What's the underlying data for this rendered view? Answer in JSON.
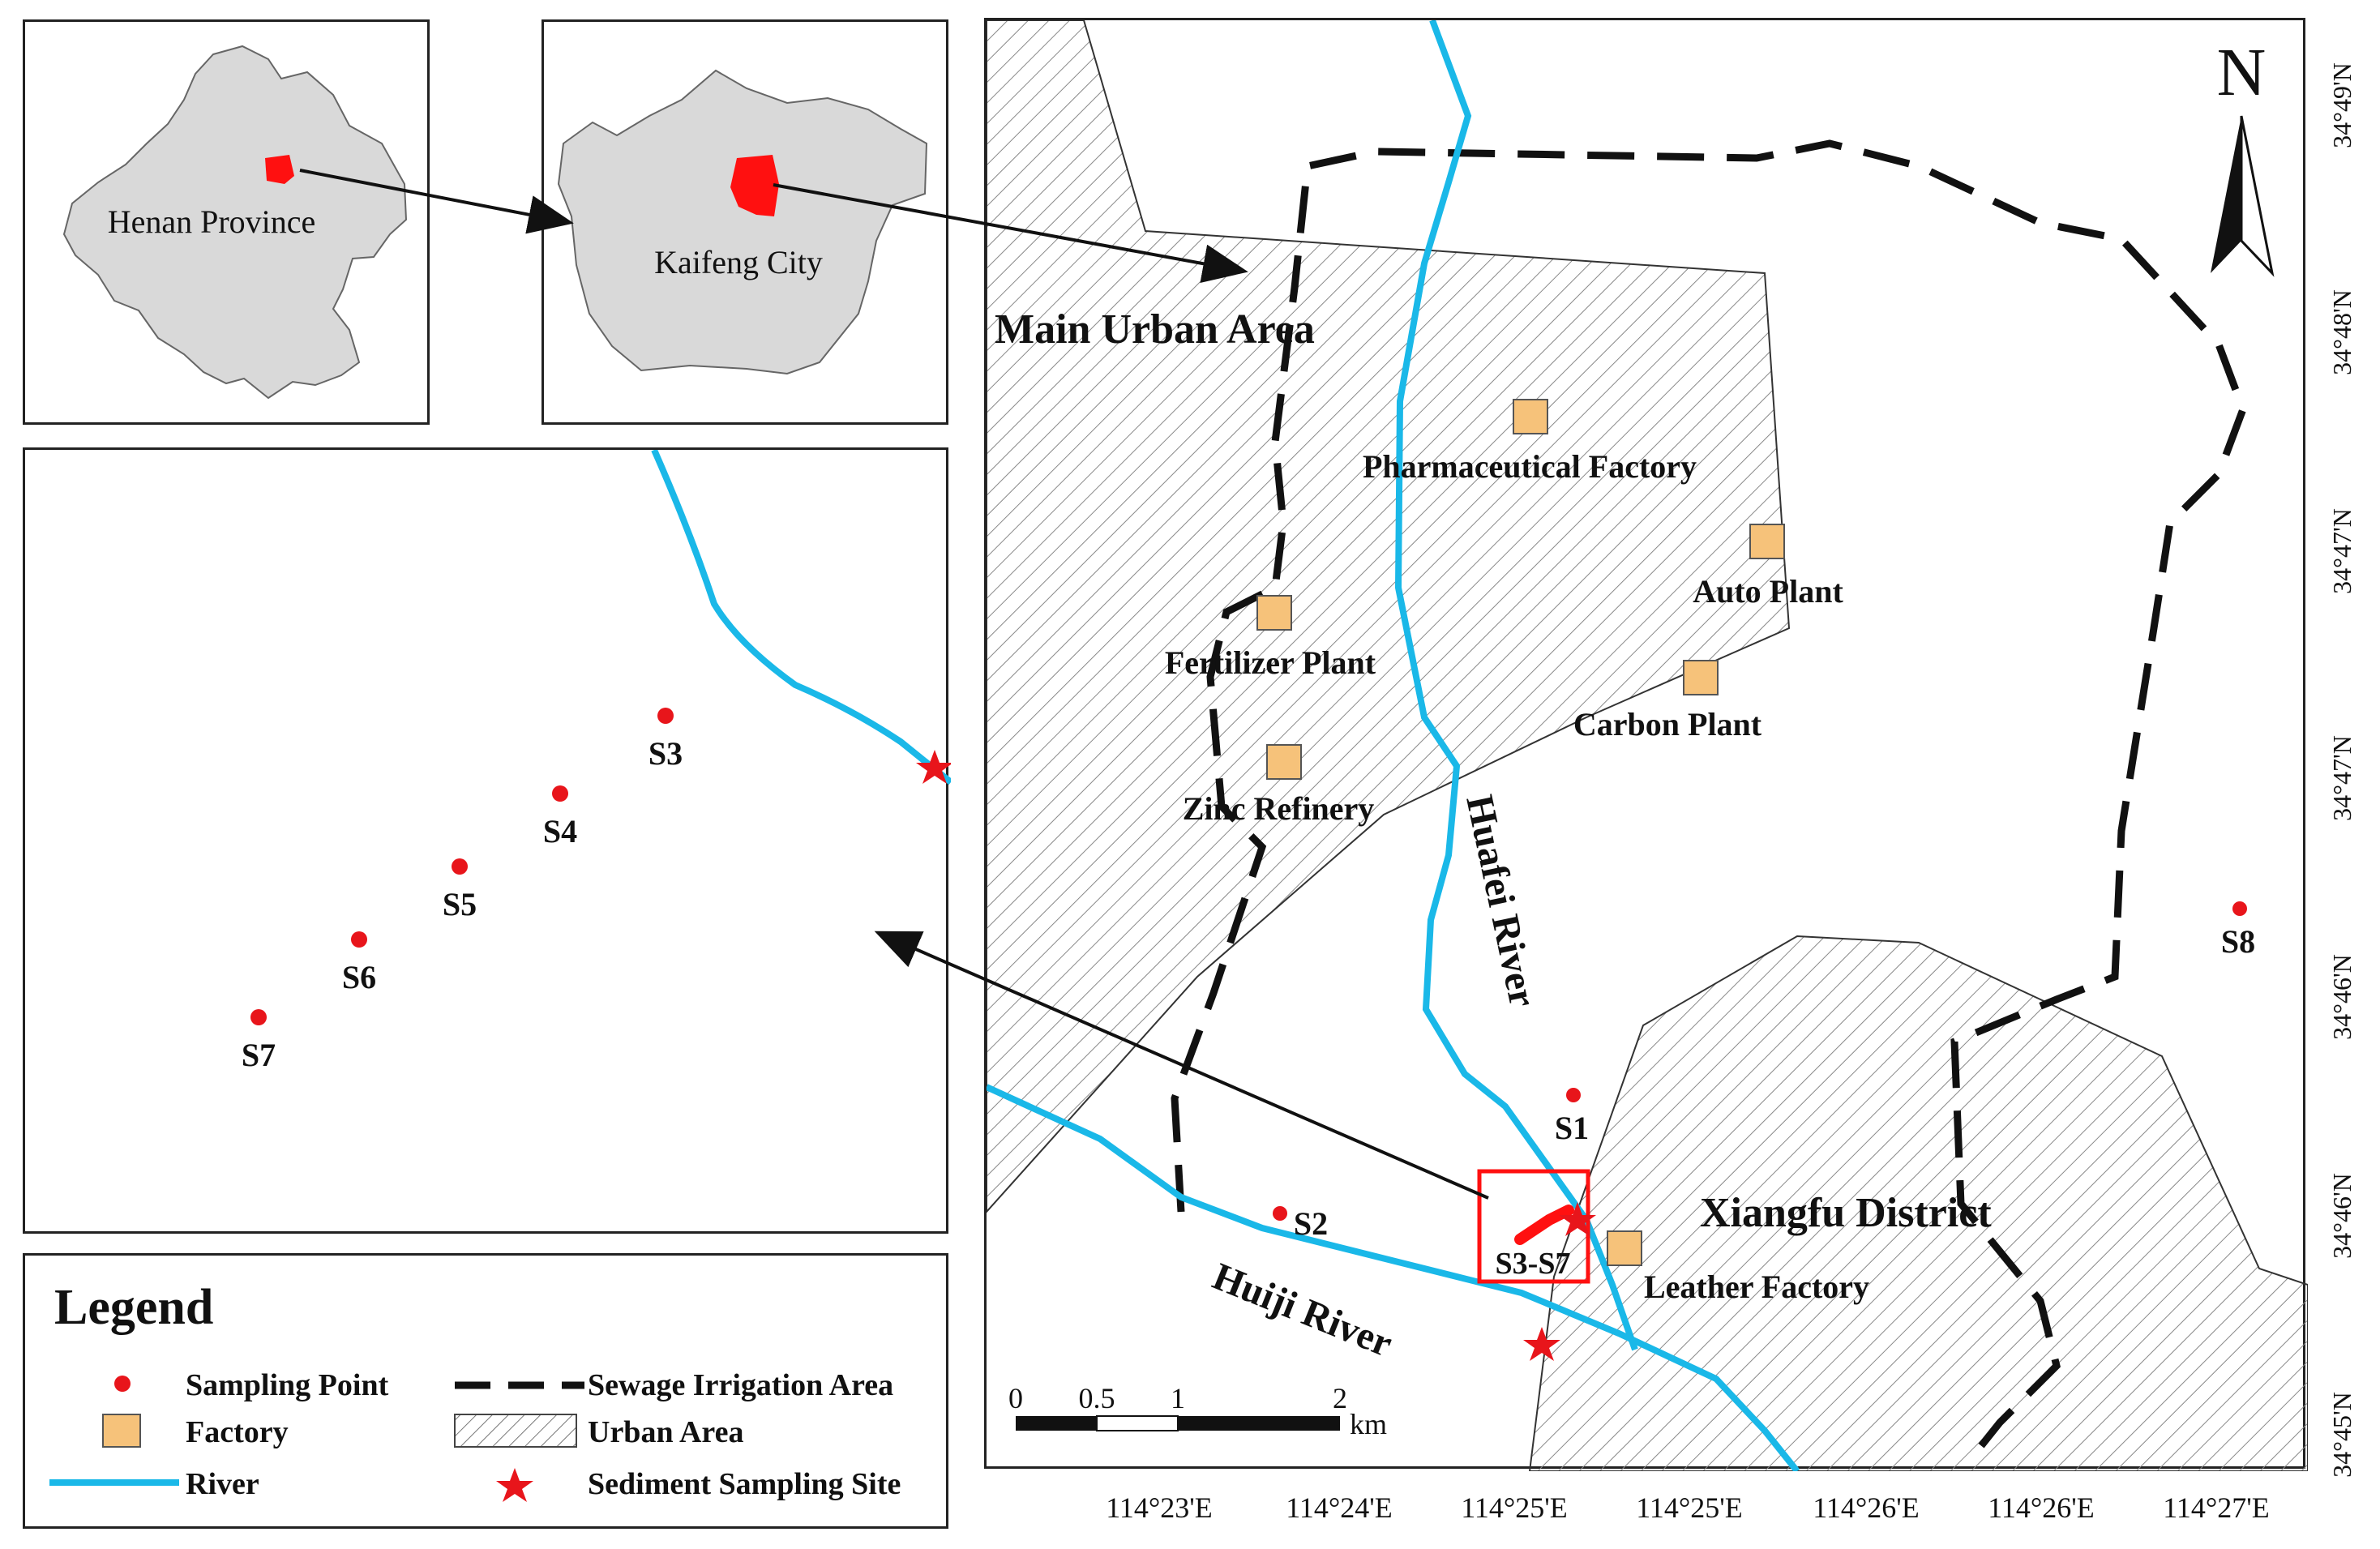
{
  "inset_province": {
    "label": "Henan Province"
  },
  "inset_city": {
    "label": "Kaifeng City"
  },
  "main_map": {
    "area_labels": {
      "main_urban": "Main Urban Area",
      "xiangfu": "Xiangfu District"
    },
    "rivers": {
      "huafei": "Huafei River",
      "huiji": "Huiji River"
    },
    "factories": [
      "Pharmaceutical Factory",
      "Auto Plant",
      "Fertilizer Plant",
      "Carbon Plant",
      "Zinc Refinery",
      "Leather Factory"
    ],
    "sampling_points": [
      "S1",
      "S2",
      "S8"
    ],
    "inset_box_label": "S3-S7",
    "north_label": "N",
    "scale_ticks": [
      "0",
      "0.5",
      "1",
      "2"
    ],
    "scale_unit": "km",
    "lon_ticks": [
      "114°23'E",
      "114°24'E",
      "114°25'E",
      "114°25'E",
      "114°26'E",
      "114°26'E",
      "114°27'E"
    ],
    "lat_ticks": [
      "34°49'N",
      "34°48'N",
      "34°47'N",
      "34°47'N",
      "34°46'N",
      "34°46'N",
      "34°45'N"
    ]
  },
  "zoom_inset": {
    "points": [
      "S3",
      "S4",
      "S5",
      "S6",
      "S7"
    ]
  },
  "legend": {
    "title": "Legend",
    "items": {
      "sampling_point": "Sampling Point",
      "factory": "Factory",
      "river": "River",
      "sewage": "Sewage Irrigation Area",
      "urban": "Urban Area",
      "sediment": "Sediment Sampling Site"
    }
  },
  "colors": {
    "river": "#1ab8e8",
    "sampling_point": "#e8151b",
    "factory_fill": "#f6c27a",
    "province_fill": "#d9d9d9",
    "highlight": "#ff1010"
  }
}
